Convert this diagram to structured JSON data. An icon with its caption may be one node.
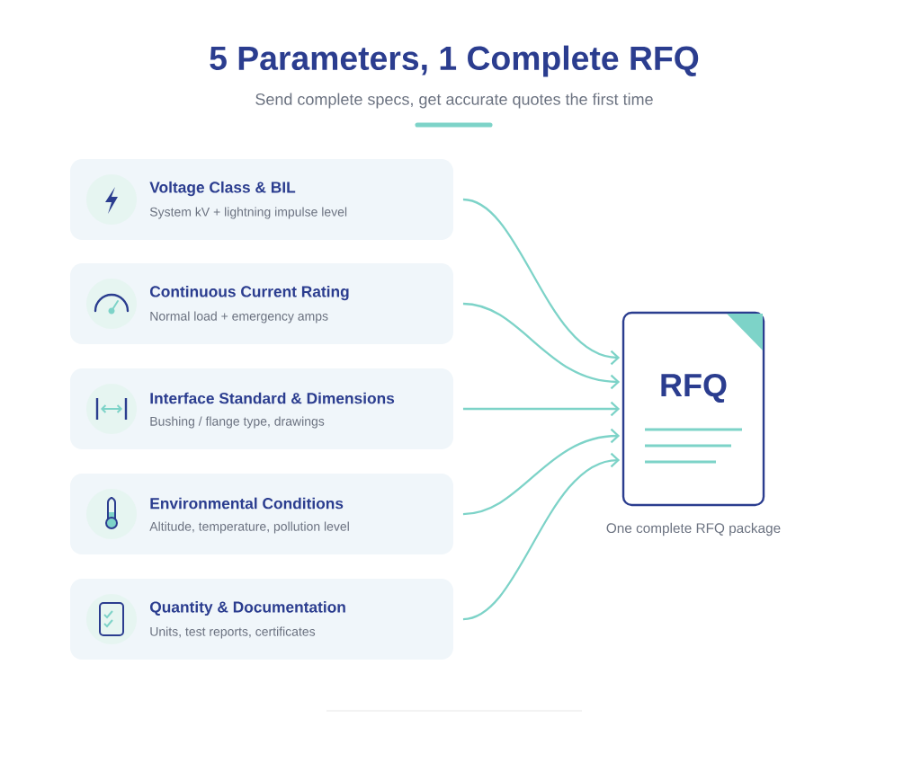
{
  "diagram": {
    "title": "5 Parameters, 1 Complete RFQ",
    "nodes": [
      {
        "text": [
          "Voltage Class & BIL",
          "System kV + lightning impulse level"
        ]
      },
      {
        "text": [
          "Continuous Current Rating",
          "Normal load + emergency amps"
        ]
      },
      {
        "text": [
          "Interface Standard & Dimensions",
          "Bushing / flange type, drawings"
        ]
      },
      {
        "text": [
          "Environmental Conditions",
          "Altitude, temperature, pollution level"
        ]
      },
      {
        "text": [
          "Quantity & Documentation",
          "Units, test reports, certificates"
        ]
      },
      {
        "text": [
          "RFQ"
        ],
        "beside": [
          "One complete RFQ package"
        ]
      }
    ],
    "edges": [
      {
        "from": 0,
        "to": 5,
        "arrow": "to"
      },
      {
        "from": 1,
        "to": 5,
        "arrow": "to"
      },
      {
        "from": 2,
        "to": 5,
        "arrow": "to"
      },
      {
        "from": 3,
        "to": 5,
        "arrow": "to"
      },
      {
        "from": 4,
        "to": 5,
        "arrow": "to"
      }
    ],
    "labels": [
      "Send complete specs, get accurate quotes the first time"
    ]
  }
}
